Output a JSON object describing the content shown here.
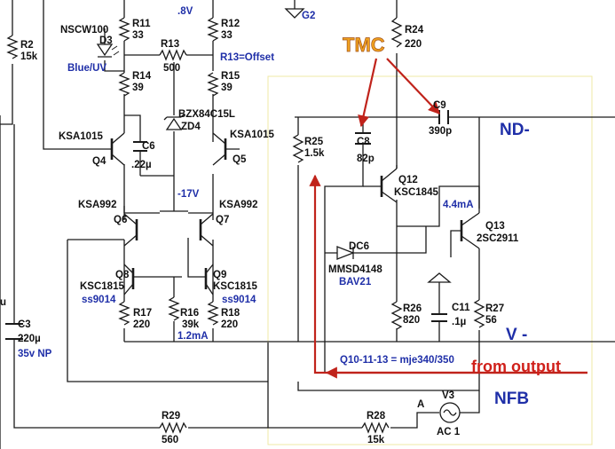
{
  "labels": {
    "d3_part": "NSCW100",
    "d3": "D3",
    "d3_color": "Blue/UV",
    "r2": "R2",
    "r2_val": "15k",
    "r11": "R11",
    "r11_val": "33",
    "r13": "R13",
    "r13_val": "500",
    "r14": "R14",
    "r14_val": "39",
    "v_top": ".8V",
    "r12": "R12",
    "r12_val": "33",
    "r13_note": "R13=Offset",
    "r15": "R15",
    "r15_val": "39",
    "g2": "G2",
    "r24": "R24",
    "r24_val": "220",
    "zd_part": "BZX84C15L",
    "zd4": "ZD4",
    "q4_part": "KSA1015",
    "q4": "Q4",
    "c6": "C6",
    "c6_val": ".22µ",
    "q5_part": "KSA1015",
    "q5": "Q5",
    "v17": "-17V",
    "q6_part": "KSA992",
    "q6": "Q6",
    "q7_part": "KSA992",
    "q7": "Q7",
    "q8": "Q8",
    "q8_part": "KSC1815",
    "q8_alt": "ss9014",
    "q9": "Q9",
    "q9_part": "KSC1815",
    "q9_alt": "ss9014",
    "r17": "R17",
    "r17_val": "220",
    "r16": "R16",
    "r16_val": "39k",
    "i12": "1.2mA",
    "r18": "R18",
    "r18_val": "220",
    "c3_side": "u",
    "c3": "C3",
    "c3_val": "220µ",
    "c3_note": "35v NP",
    "tmc": "TMC",
    "c9": "C9",
    "c9_val": "390p",
    "nd": "ND-",
    "r25": "R25",
    "r25_val": "1.5k",
    "c8": "C8",
    "c8_val": "82p",
    "q12": "Q12",
    "q12_part": "KSC1845",
    "i44": "4.4mA",
    "q13": "Q13",
    "q13_part": "2SC2911",
    "dc6": "DC6",
    "dc6_part": "MMSD4148",
    "dc6_alt": "BAV21",
    "r26": "R26",
    "r26_val": "820",
    "c11": "C11",
    "c11_val": ".1µ",
    "r27": "R27",
    "r27_val": "56",
    "vminus": "V -",
    "qnote": "Q10-11-13 = mje340/350",
    "from_output": "from output",
    "nfb": "NFB",
    "v3": "V3",
    "v3_val": "AC 1",
    "a": "A",
    "r29": "R29",
    "r29_val": "560",
    "r28": "R28",
    "r28_val": "15k"
  },
  "colors": {
    "wire": "#1a1a1a",
    "label_blue": "#1f2fa8",
    "annotation_red": "#c0231b",
    "tmc_orange": "#f0a11e",
    "box": "#efe9a6"
  }
}
